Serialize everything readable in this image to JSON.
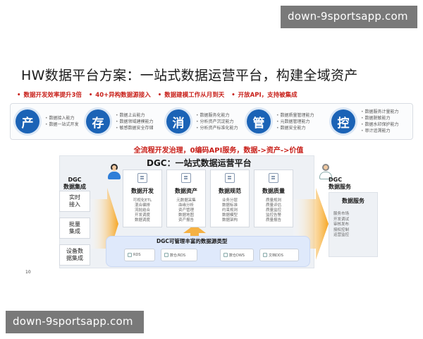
{
  "watermark": {
    "top": "down-9sportsapp.com",
    "bottom": "down-9sportsapp.com"
  },
  "title": "HW数据平台方案：一站式数据运营平台，构建全域资产",
  "highlights": [
    "数据开发效率提升3倍",
    "40+异构数据源接入",
    "数据建模工作从月到天",
    "开放API，支持被集成"
  ],
  "bands": [
    {
      "char": "产",
      "lines": [
        "数据接入能力",
        "数据一站式开发"
      ]
    },
    {
      "char": "存",
      "lines": [
        "数据上云能力",
        "数据领域建模能力",
        "敏感数据安全存储"
      ]
    },
    {
      "char": "消",
      "lines": [
        "数据服务化能力",
        "分析资产沉淀能力",
        "分析资产标准化能力"
      ]
    },
    {
      "char": "管",
      "lines": [
        "数据质量管理能力",
        "元数据管理能力",
        "数据安全能力"
      ]
    },
    {
      "char": "控",
      "lines": [
        "数据服务计量能力",
        "数据脱敏能力",
        "数据水印保护能力",
        "审计追溯能力"
      ]
    }
  ],
  "subtitle": "全流程开发治理，0编码API服务，数据->资产->价值",
  "dgc_title": "DGC：一站式数据运营平台",
  "left": {
    "title_line1": "DGC",
    "title_line2": "数据集成",
    "boxes": [
      [
        "实时",
        "接入"
      ],
      [
        "批量",
        "集成"
      ],
      [
        "设备数",
        "据集成"
      ]
    ]
  },
  "columns": [
    {
      "title": "数据开发",
      "lines": [
        "可视化ETL",
        "混合编排",
        "流批结合",
        "开发调度",
        "数据调度"
      ]
    },
    {
      "title": "数据资产",
      "lines": [
        "元数据采集",
        "血缘分析",
        "资产管理",
        "数据地图",
        "资产报告"
      ]
    },
    {
      "title": "数据规范",
      "lines": [
        "业务分层",
        "数据标准",
        "约束规则",
        "数据模型",
        "数据架构"
      ]
    },
    {
      "title": "数据质量",
      "lines": [
        "质量规则",
        "质量评估",
        "质量监控",
        "监控告警",
        "质量报告"
      ]
    }
  ],
  "right": {
    "title_line1": "DGC",
    "title_line2": "数据服务",
    "panel_title": "数据服务",
    "lines": [
      "服务市场",
      "开发调试",
      "审核发布",
      "授权控制",
      "运营监控"
    ]
  },
  "bottom": {
    "title": "DGC可管理丰富的数据源类型",
    "sources": [
      "RDS",
      "数仓/RDS",
      "数仓DWS",
      "文档DDS"
    ]
  },
  "page_number": "10",
  "colors": {
    "accent_red": "#c8201a",
    "brand_blue": "#1b63b6",
    "arrow_orange": "#f6a623",
    "arrow_blue": "#8fb6ec"
  }
}
